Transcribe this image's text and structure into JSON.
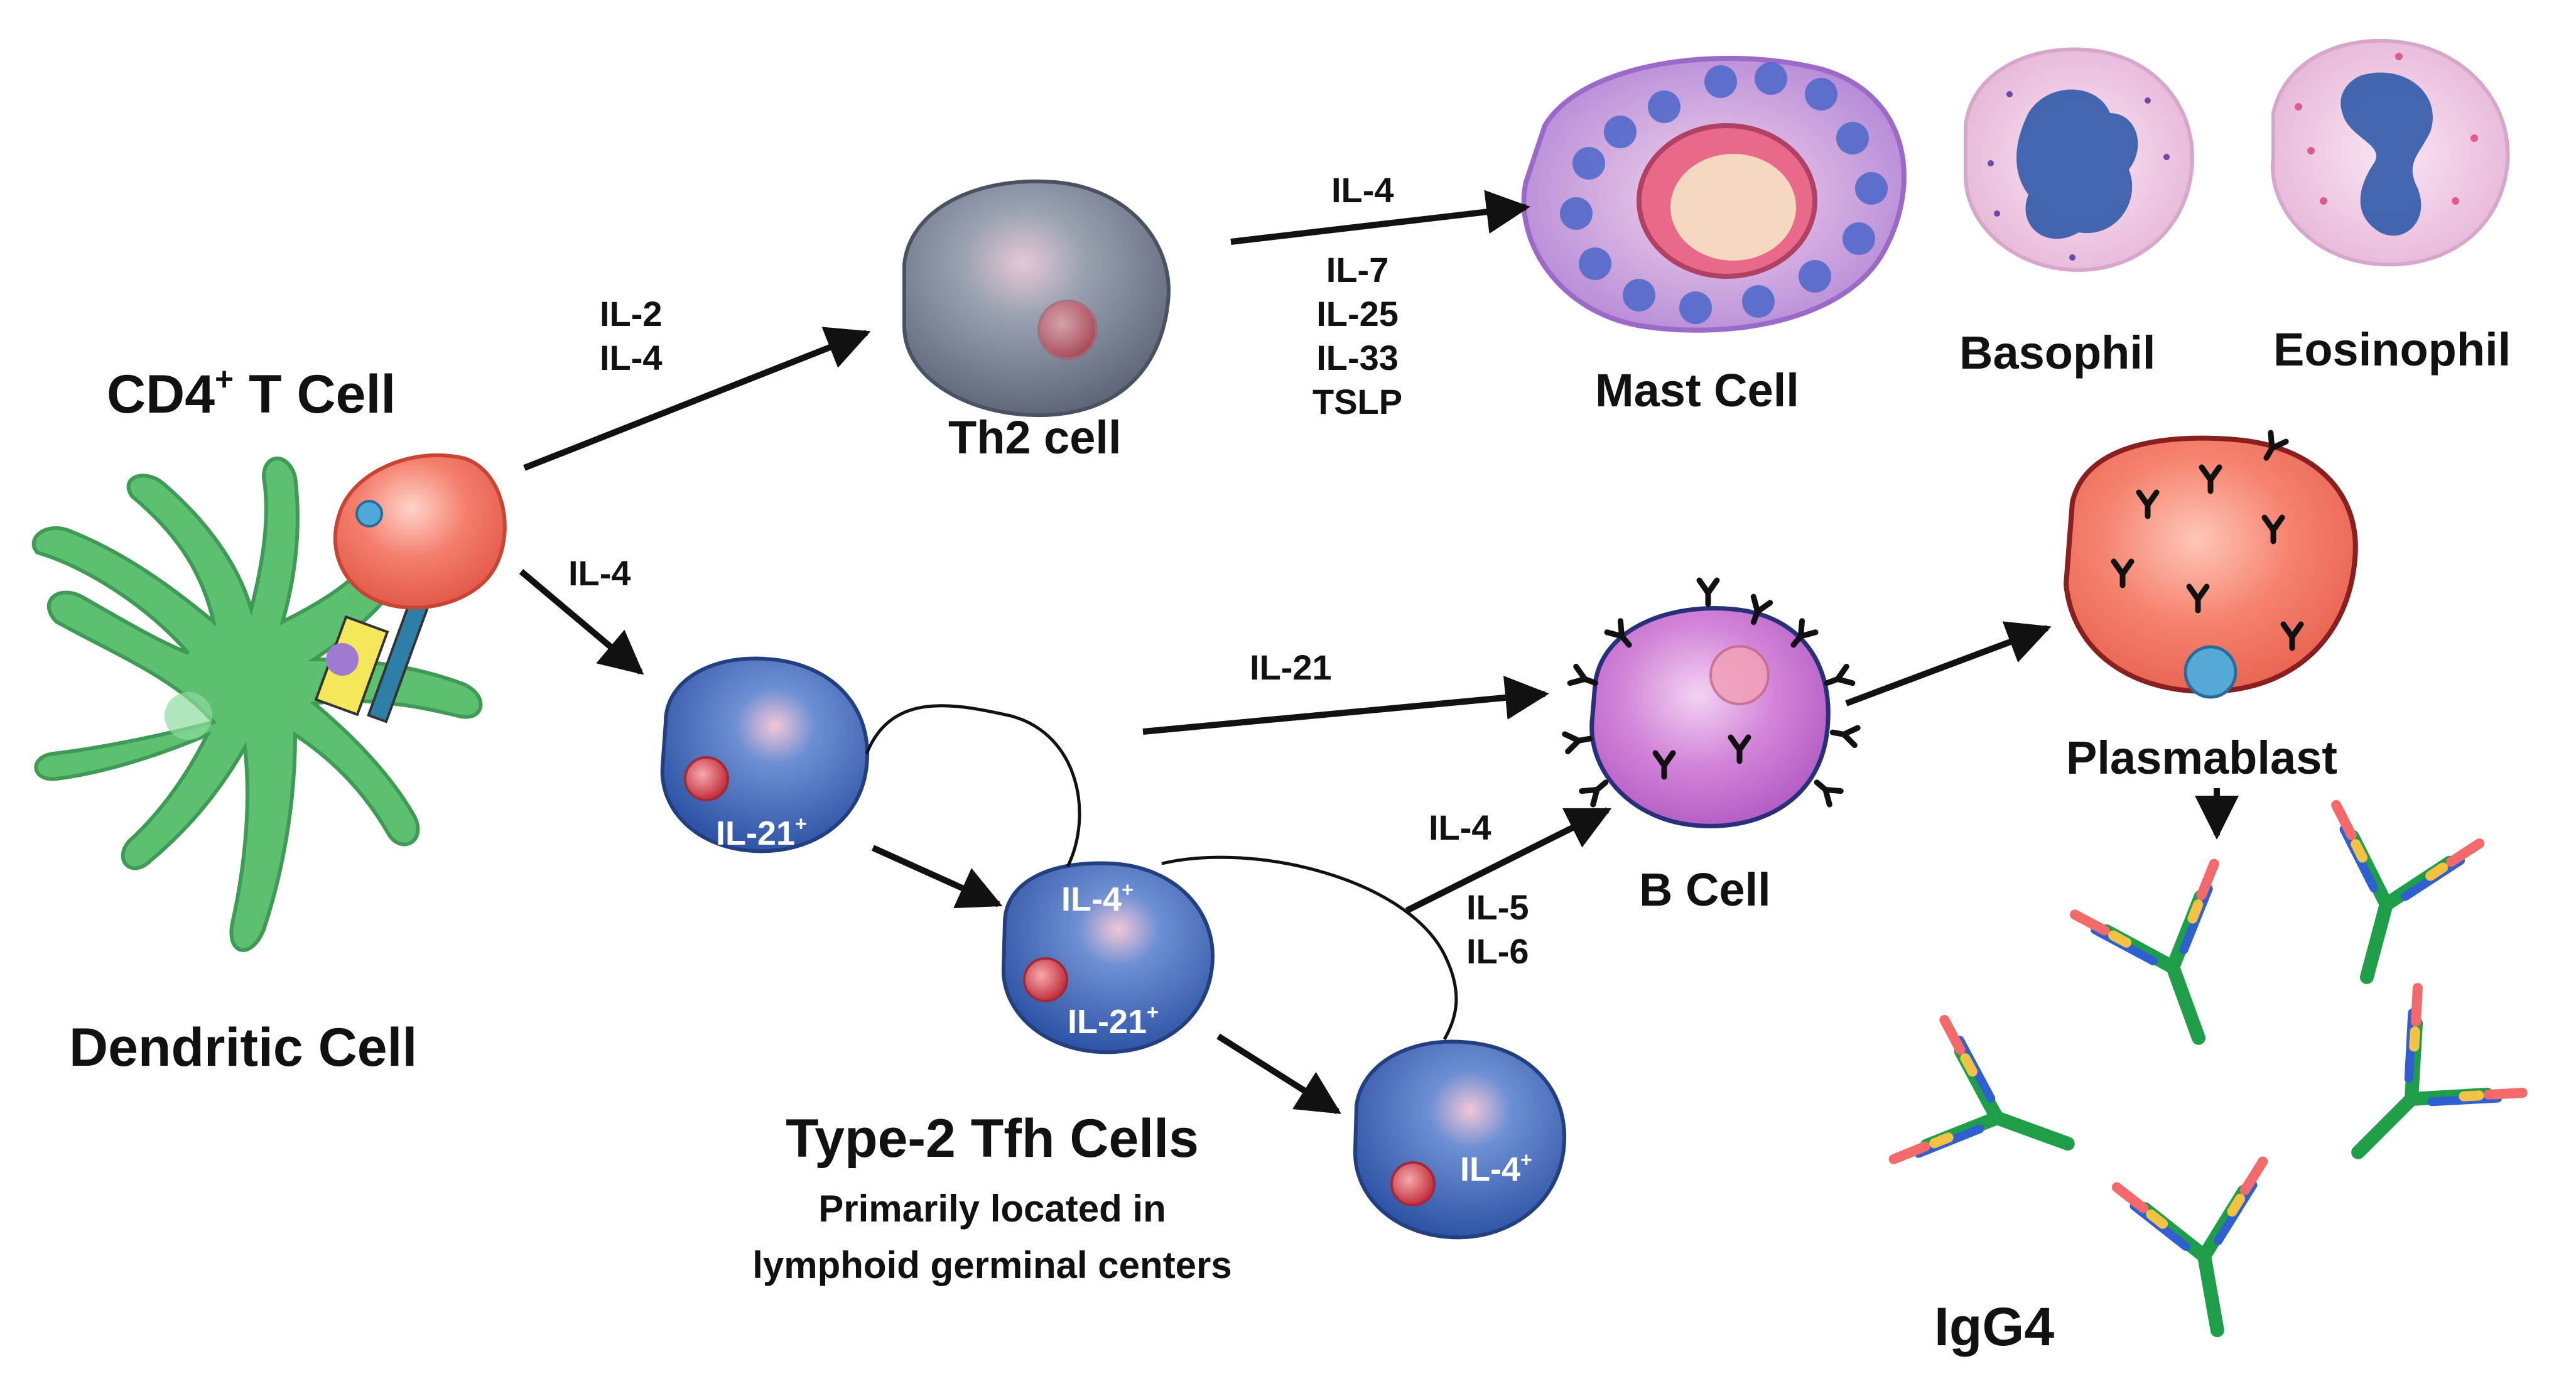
{
  "cells": {
    "cd4_t": {
      "label": "CD4",
      "sup": "+",
      "label_rest": " T Cell"
    },
    "dendritic": {
      "label": "Dendritic Cell"
    },
    "th2": {
      "label": "Th2 cell"
    },
    "mast": {
      "label": "Mast Cell"
    },
    "basophil": {
      "label": "Basophil"
    },
    "eosinophil": {
      "label": "Eosinophil"
    },
    "b_cell": {
      "label": "B Cell"
    },
    "plasmablast": {
      "label": "Plasmablast"
    },
    "tfh1": {
      "marker": "IL-21",
      "sup": "+"
    },
    "tfh2": {
      "marker_a": "IL-4",
      "sup_a": "+",
      "marker_b": "IL-21",
      "sup_b": "+"
    },
    "tfh3": {
      "marker": "IL-4",
      "sup": "+"
    }
  },
  "tfh_group": {
    "title": "Type-2 Tfh Cells",
    "subtitle_1": "Primarily located in",
    "subtitle_2": "lymphoid germinal centers"
  },
  "arrows": {
    "cd4_to_th2": [
      "IL-2",
      "IL-4"
    ],
    "cd4_to_tfh": "IL-4",
    "th2_to_mast_top": "IL-4",
    "th2_to_mast_bottom": [
      "IL-7",
      "IL-25",
      "IL-33",
      "TSLP"
    ],
    "tfh_to_bcell_top": "IL-21",
    "tfh_to_bcell_top_sub": "IL-4",
    "tfh_to_bcell_bottom": [
      "IL-5",
      "IL-6"
    ]
  },
  "antibody": {
    "label": "IgG4"
  },
  "colors": {
    "dendritic": "#5cc070",
    "t_cell": "#f07a6a",
    "th2": "#7b8596",
    "tfh": "#3f67b6",
    "b_cell": "#c26ad1",
    "plasmablast": "#f0816f",
    "mast": "#c89ae0",
    "ab_green": "#1f9e4a",
    "ab_blue": "#2f5fd0",
    "ab_red": "#f46a6a",
    "ab_yellow": "#f4c242"
  }
}
